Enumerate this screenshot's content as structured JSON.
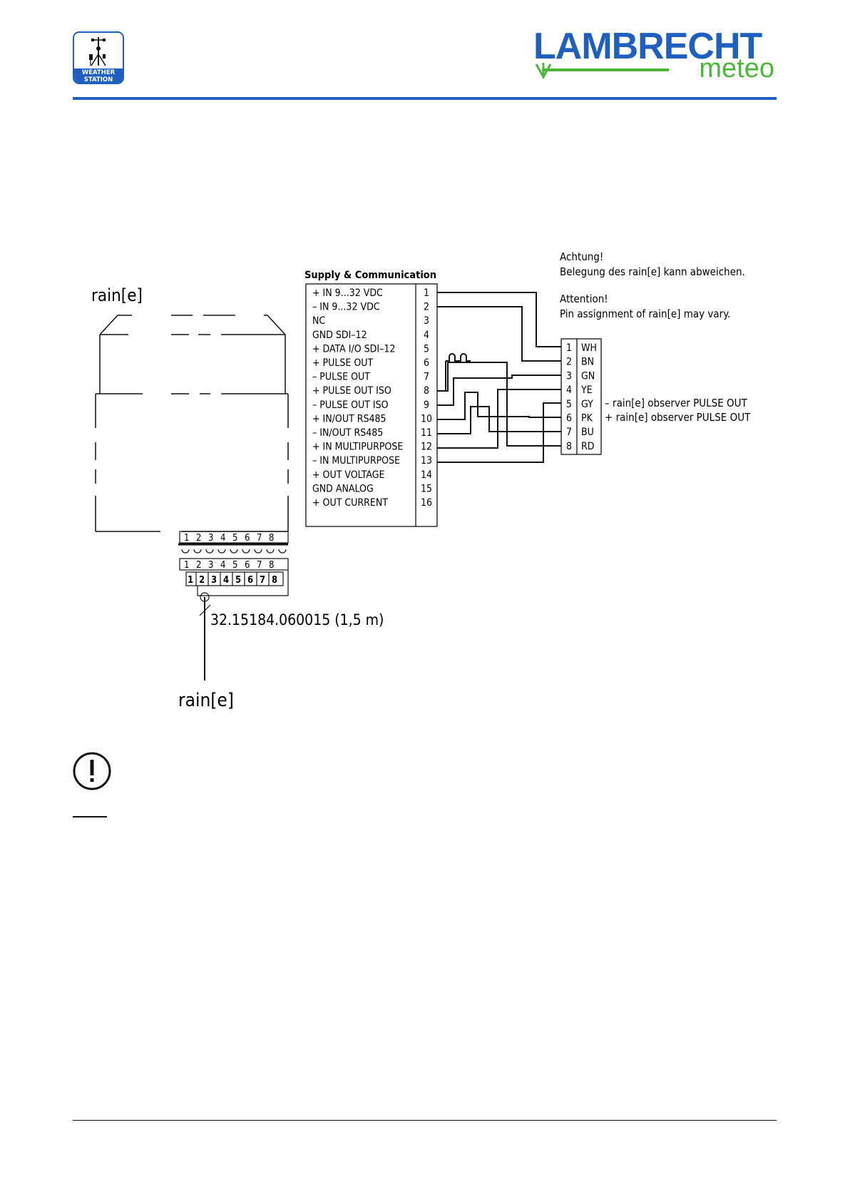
{
  "header": {
    "badge_text_line1": "WEATHER",
    "badge_text_line2": "STATION",
    "brand_primary": "LAMBRECHT",
    "brand_secondary": "meteo",
    "colors": {
      "blue": "#1f5fbf",
      "green": "#4cb83a",
      "badge": "#1f5fbf"
    }
  },
  "diagram": {
    "sensor_label_top": "rain[e]",
    "sensor_label_bottom": "rain[e]",
    "cable_part_number": "32.15184.060015 (1,5 m)",
    "terminal_block_title": "Supply & Communication",
    "terminals": [
      {
        "label": "+ IN 9...32 VDC",
        "num": "1"
      },
      {
        "label": "– IN 9...32 VDC",
        "num": "2"
      },
      {
        "label": "NC",
        "num": "3"
      },
      {
        "label": "GND SDI–12",
        "num": "4"
      },
      {
        "label": "+ DATA I/O SDI–12",
        "num": "5"
      },
      {
        "label": "+ PULSE OUT",
        "num": "6"
      },
      {
        "label": "– PULSE OUT",
        "num": "7"
      },
      {
        "label": "+ PULSE OUT ISO",
        "num": "8"
      },
      {
        "label": "– PULSE OUT ISO",
        "num": "9"
      },
      {
        "label": "+ IN/OUT RS485",
        "num": "10"
      },
      {
        "label": "– IN/OUT RS485",
        "num": "11"
      },
      {
        "label": "+ IN MULTIPURPOSE",
        "num": "12"
      },
      {
        "label": "– IN MULTIPURPOSE",
        "num": "13"
      },
      {
        "label": "+ OUT VOLTAGE",
        "num": "14"
      },
      {
        "label": "GND ANALOG",
        "num": "15"
      },
      {
        "label": "+ OUT CURRENT",
        "num": "16"
      }
    ],
    "connector_pins": [
      {
        "num": "1",
        "color": "WH"
      },
      {
        "num": "2",
        "color": "BN"
      },
      {
        "num": "3",
        "color": "GN"
      },
      {
        "num": "4",
        "color": "YE"
      },
      {
        "num": "5",
        "color": "GY"
      },
      {
        "num": "6",
        "color": "PK"
      },
      {
        "num": "7",
        "color": "BU"
      },
      {
        "num": "8",
        "color": "RD"
      }
    ],
    "pin_notes": {
      "pin5": "– rain[e] observer PULSE OUT",
      "pin6": "+ rain[e] observer PULSE OUT"
    },
    "plug_pin_numbers": [
      "1",
      "2",
      "3",
      "4",
      "5",
      "6",
      "7",
      "8"
    ],
    "note_de_title": "Achtung!",
    "note_de_text": "Belegung des rain[e] kann abweichen.",
    "note_en_title": "Attention!",
    "note_en_text": "Pin assignment of rain[e] may vary."
  },
  "warning_icon": "exclamation-circle-icon"
}
